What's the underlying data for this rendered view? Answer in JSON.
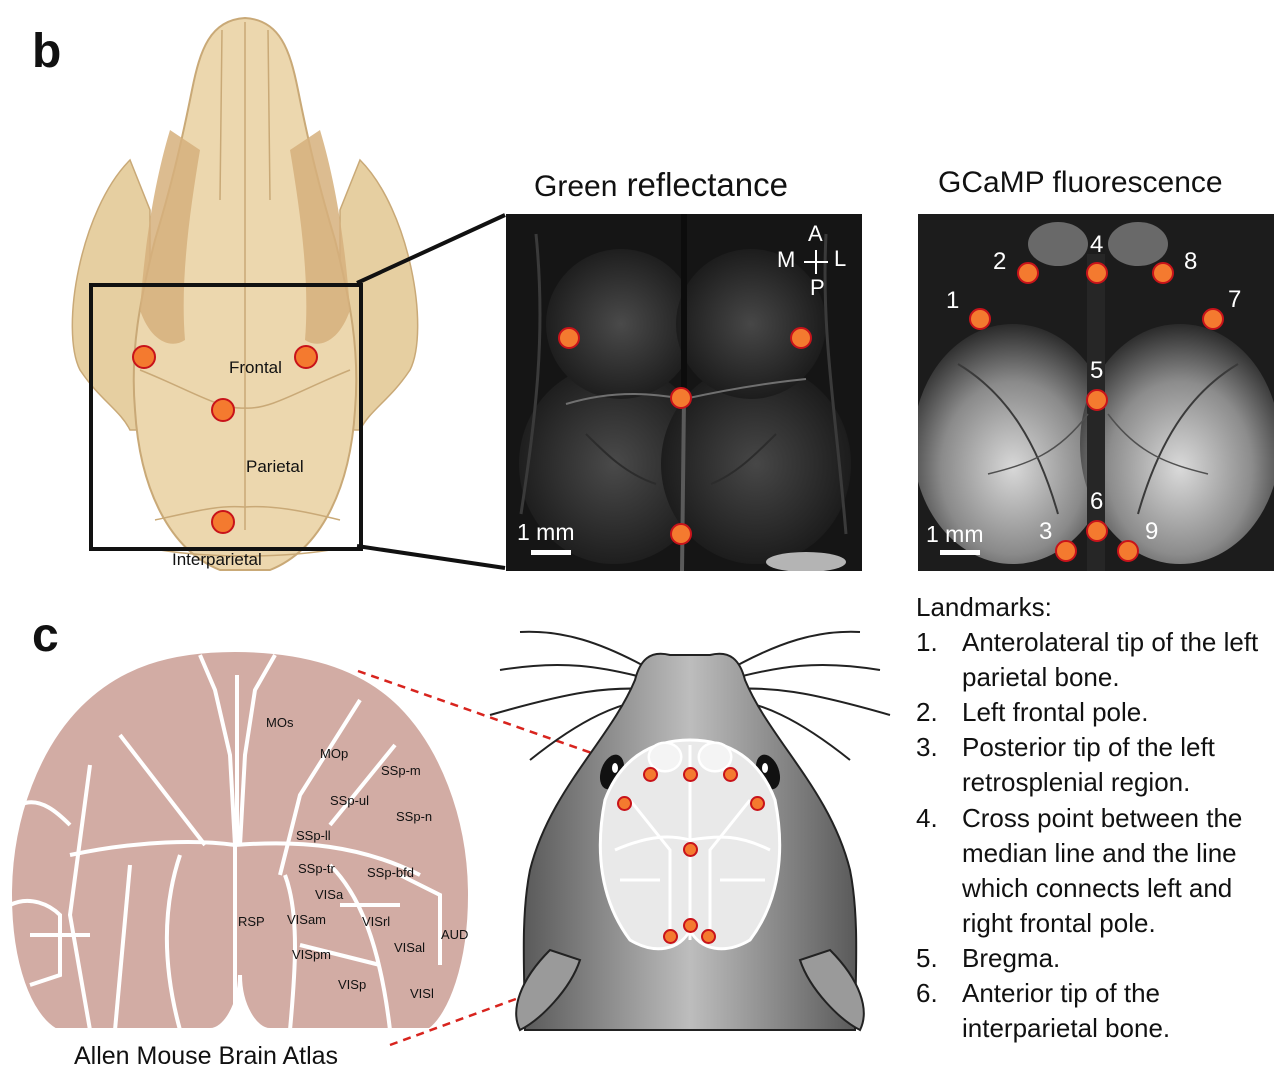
{
  "panels": {
    "b": {
      "letter": "b"
    },
    "c": {
      "letter": "c"
    }
  },
  "skull": {
    "labels": {
      "frontal": "Frontal",
      "parietal": "Parietal",
      "interparietal": "Interparietal"
    }
  },
  "green_reflectance": {
    "title_part1": "Green",
    "title_part2": "reflectance",
    "scale": "1 mm",
    "orientation": {
      "anterior": "A",
      "posterior": "P",
      "medial": "M",
      "lateral": "L"
    }
  },
  "gcamp": {
    "title": "GCaMP fluorescence",
    "scale": "1 mm",
    "markers": [
      "1",
      "2",
      "3",
      "4",
      "5",
      "6",
      "7",
      "8",
      "9"
    ]
  },
  "landmarks": {
    "heading": "Landmarks:",
    "items": [
      {
        "num": "1.",
        "text": "Anterolateral tip of the left parietal bone."
      },
      {
        "num": "2.",
        "text": "Left frontal pole."
      },
      {
        "num": "3.",
        "text": "Posterior tip of the left retrosplenial region."
      },
      {
        "num": "4.",
        "text": "Cross point between the median line and the line which connects left and right frontal pole."
      },
      {
        "num": "5.",
        "text": "Bregma."
      },
      {
        "num": "6.",
        "text": "Anterior tip of the interparietal bone."
      }
    ]
  },
  "atlas": {
    "caption": "Allen Mouse Brain Atlas",
    "regions": [
      "MOs",
      "MOp",
      "SSp-m",
      "SSp-ul",
      "SSp-n",
      "SSp-ll",
      "SSp-tr",
      "SSp-bfd",
      "VISa",
      "VISam",
      "VISrl",
      "RSP",
      "AUD",
      "VISal",
      "VISpm",
      "VISp",
      "VISl"
    ]
  },
  "colors": {
    "marker_fill": "#f47a2f",
    "marker_edge": "#c8131a",
    "bone": "#ebd6ad",
    "atlas_fill": "#d2aca4"
  }
}
